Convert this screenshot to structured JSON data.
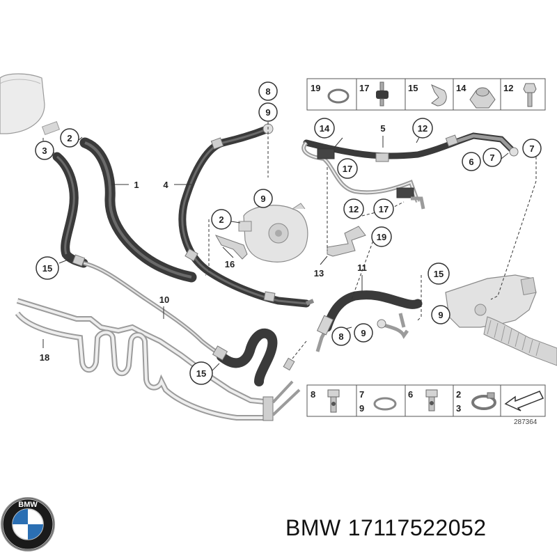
{
  "diagram": {
    "reference_number": "287364",
    "callouts": [
      "1",
      "2",
      "3",
      "4",
      "5",
      "6",
      "7",
      "8",
      "9",
      "10",
      "11",
      "12",
      "13",
      "14",
      "15",
      "16",
      "17",
      "18",
      "19"
    ],
    "top_legend": [
      {
        "labels": [
          "19"
        ],
        "part": "o-ring"
      },
      {
        "labels": [
          "17"
        ],
        "part": "rubber-mount"
      },
      {
        "labels": [
          "15"
        ],
        "part": "hose-clamp"
      },
      {
        "labels": [
          "14"
        ],
        "part": "hex-nut"
      },
      {
        "labels": [
          "12"
        ],
        "part": "bolt"
      }
    ],
    "bottom_legend": [
      {
        "labels": [
          "8"
        ],
        "part": "banjo-bolt"
      },
      {
        "labels": [
          "7",
          "9"
        ],
        "part": "sealing-ring"
      },
      {
        "labels": [
          "6"
        ],
        "part": "banjo-bolt"
      },
      {
        "labels": [
          "2",
          "3"
        ],
        "part": "hose-clamp"
      },
      {
        "labels": [],
        "part": "arrow-plate"
      }
    ]
  },
  "footer": {
    "brand": "BMW",
    "part_number": "17117522052"
  }
}
